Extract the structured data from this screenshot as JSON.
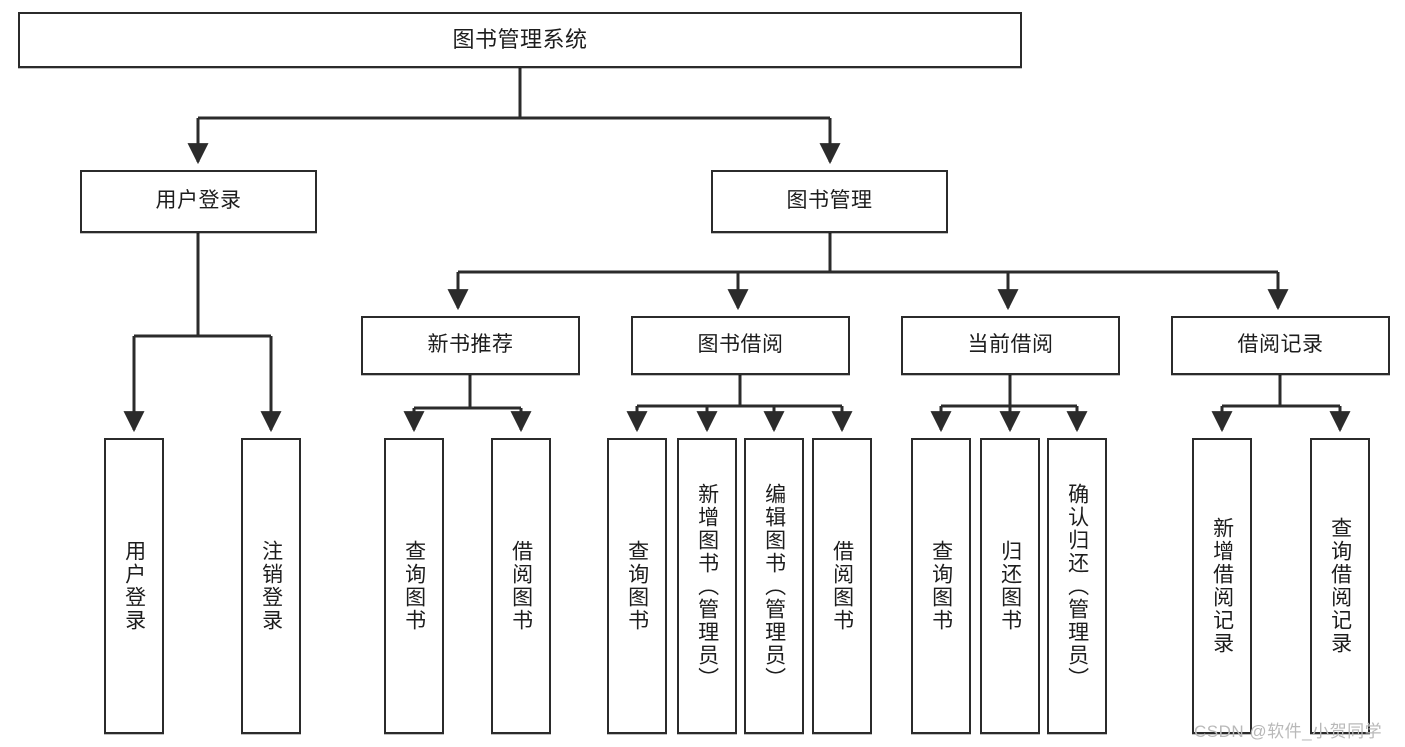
{
  "diagram": {
    "title": "图书管理系统",
    "type": "tree-hierarchy-chart",
    "colors": {
      "box_border": "#2b2b2b",
      "box_fill": "#ffffff",
      "connector": "#2b2b2b",
      "text": "#1d1d1d",
      "watermark": "#b9b9b9"
    },
    "watermark": "CSDN @软件_小贺同学",
    "root": {
      "label": "图书管理系统"
    },
    "level2": [
      {
        "label": "用户登录"
      },
      {
        "label": "图书管理"
      }
    ],
    "level3": [
      {
        "label": "新书推荐"
      },
      {
        "label": "图书借阅"
      },
      {
        "label": "当前借阅"
      },
      {
        "label": "借阅记录"
      }
    ],
    "leaves": {
      "user_login": [
        {
          "label": "用户登录"
        },
        {
          "label": "注销登录"
        }
      ],
      "new_book_recommend": [
        {
          "label": "查询图书"
        },
        {
          "label": "借阅图书"
        }
      ],
      "book_borrow": [
        {
          "label": "查询图书"
        },
        {
          "label": "新增图书（管理员）"
        },
        {
          "label": "编辑图书（管理员）"
        },
        {
          "label": "借阅图书"
        }
      ],
      "current_borrow": [
        {
          "label": "查询图书"
        },
        {
          "label": "归还图书"
        },
        {
          "label": "确认归还（管理员）"
        }
      ],
      "borrow_record": [
        {
          "label": "新增借阅记录"
        },
        {
          "label": "查询借阅记录"
        }
      ]
    }
  }
}
